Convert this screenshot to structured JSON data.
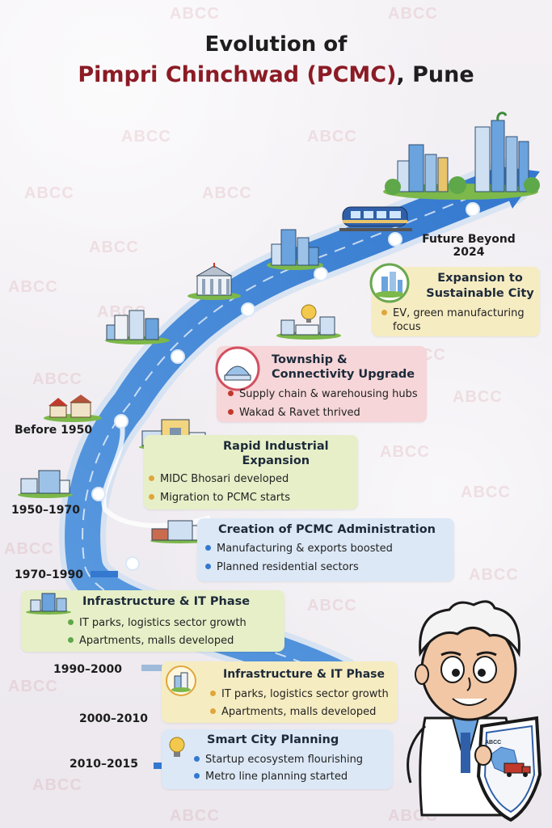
{
  "header": {
    "title_line1": "Evolution of",
    "title_red": "Pimpri Chinchwad (PCMC)",
    "title_rest": ", Pune"
  },
  "watermark": "ABCC",
  "years": [
    "Before 1950",
    "1950–1970",
    "1970–1990",
    "1990–2000",
    "2000–2010",
    "2010–2015"
  ],
  "future": {
    "line1": "Future Beyond",
    "line2": "2024"
  },
  "cards": {
    "sustainable": {
      "title1": "Expansion to",
      "title2": "Sustainable City",
      "b1": "EV, green manufacturing",
      "b2": "focus"
    },
    "township": {
      "title1": "Township &",
      "title2": "Connectivity Upgrade",
      "b1": "Supply chain & warehousing hubs",
      "b2": "Wakad & Ravet thrived"
    },
    "industrial": {
      "title1": "Rapid Industrial",
      "title2": "Expansion",
      "b1": "MIDC Bhosari developed",
      "b2": "Migration to PCMC starts"
    },
    "administration": {
      "title": "Creation of PCMC Administration",
      "b1": "Manufacturing & exports boosted",
      "b2": "Planned residential sectors"
    },
    "infra1": {
      "title": "Infrastructure & IT Phase",
      "b1": "IT parks, logistics sector growth",
      "b2": "Apartments, malls developed"
    },
    "infra2": {
      "title": "Infrastructure & IT Phase",
      "b1": "IT parks, logistics sector growth",
      "b2": "Apartments, malls developed"
    },
    "smart": {
      "title": "Smart City Planning",
      "b1": "Startup ecosystem flourishing",
      "b2": "Metro line planning started"
    }
  },
  "shield_logo": "ABCC",
  "colors": {
    "road": "#3f86d6",
    "title_red": "#8b1b24",
    "yellow_card": "#f6ecc2",
    "red_card": "#f6d6d8",
    "green_card": "#e7efc8",
    "blue_card": "#dce8f6"
  }
}
